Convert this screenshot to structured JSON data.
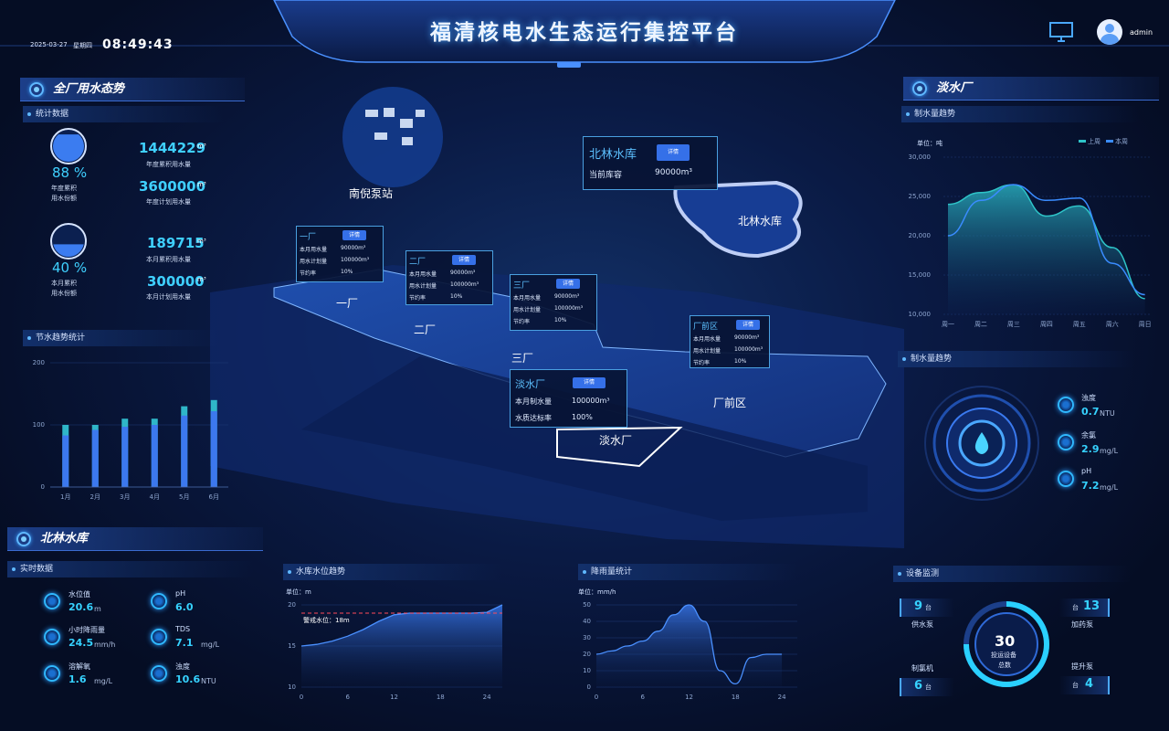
{
  "header": {
    "title": "福清核电水生态运行集控平台",
    "date": "2025-03-27",
    "weekday": "星期四",
    "time": "08:49:43",
    "user": "admin"
  },
  "left": {
    "section1": "全厂用水态势",
    "stats_title": "统计数据",
    "year": {
      "percent": "88 %",
      "percent_label1": "年度累积",
      "percent_label2": "用水份额",
      "total_value": "1444229",
      "total_label": "年度累积用水量",
      "plan_value": "3600000",
      "plan_label": "年度计划用水量",
      "unit": "m³",
      "fill": 0.88
    },
    "month": {
      "percent": "40 %",
      "percent_label1": "本月累积",
      "percent_label2": "用水份额",
      "total_value": "189715",
      "total_label": "本月累积用水量",
      "plan_value": "300000",
      "plan_label": "本月计划用水量",
      "unit": "m³",
      "fill": 0.4
    },
    "trend_title": "节水趋势统计"
  },
  "reservoir": {
    "section": "北林水库",
    "realtime_title": "实时数据",
    "items": [
      {
        "name": "水位值",
        "value": "20.6",
        "unit": "m"
      },
      {
        "name": "pH",
        "value": "6.0",
        "unit": ""
      },
      {
        "name": "小时降雨量",
        "value": "24.5",
        "unit": "mm/h"
      },
      {
        "name": "TDS",
        "value": "7.1",
        "unit": "mg/L"
      },
      {
        "name": "溶解氧",
        "value": "1.6",
        "unit": "mg/L"
      },
      {
        "name": "浊度",
        "value": "10.6",
        "unit": "NTU"
      }
    ],
    "level_title": "水库水位趋势",
    "level_unit": "单位：m",
    "warn_label": "警戒水位：18m",
    "rain_title": "降雨量统计",
    "rain_unit": "单位：mm/h"
  },
  "right": {
    "section": "淡水厂",
    "trend_title": "制水量趋势",
    "trend_unit": "单位：吨",
    "quality_title": "制水量趋势",
    "quality": [
      {
        "name": "浊度",
        "value": "0.7",
        "unit": "NTU"
      },
      {
        "name": "余氯",
        "value": "2.9",
        "unit": "mg/L"
      },
      {
        "name": "pH",
        "value": "7.2",
        "unit": "mg/L"
      }
    ],
    "device_title": "设备监测",
    "device_total": "30",
    "device_total_label1": "投运设备",
    "device_total_label2": "总数",
    "devices": [
      {
        "name": "供水泵",
        "count": "9",
        "unit": "台"
      },
      {
        "name": "加药泵",
        "count": "13",
        "unit": "台"
      },
      {
        "name": "制氯机",
        "count": "6",
        "unit": "台"
      },
      {
        "name": "提升泵",
        "count": "4",
        "unit": "台"
      }
    ]
  },
  "map": {
    "labels": {
      "pump": "南倪泵站",
      "reservoir": "北林水库",
      "p1": "一厂",
      "p2": "二厂",
      "p3": "三厂",
      "front": "厂前区",
      "fresh": "淡水厂"
    },
    "detail": "详情",
    "reservoir_popup": {
      "title": "北林水库",
      "key": "当前库容",
      "value": "90000m³"
    },
    "plant_popups": [
      {
        "title": "一厂",
        "rows": [
          [
            "本月用水量",
            "90000m³"
          ],
          [
            "用水计划量",
            "100000m³"
          ],
          [
            "节约率",
            "10%"
          ]
        ]
      },
      {
        "title": "二厂",
        "rows": [
          [
            "本月用水量",
            "90000m³"
          ],
          [
            "用水计划量",
            "100000m³"
          ],
          [
            "节约率",
            "10%"
          ]
        ]
      },
      {
        "title": "三厂",
        "rows": [
          [
            "本月用水量",
            "90000m³"
          ],
          [
            "用水计划量",
            "100000m³"
          ],
          [
            "节约率",
            "10%"
          ]
        ]
      },
      {
        "title": "厂前区",
        "rows": [
          [
            "本月用水量",
            "90000m³"
          ],
          [
            "用水计划量",
            "100000m³"
          ],
          [
            "节约率",
            "10%"
          ]
        ]
      }
    ],
    "fresh_popup": {
      "title": "淡水厂",
      "rows": [
        [
          "本月制水量",
          "100000m³"
        ],
        [
          "水质达标率",
          "100%"
        ]
      ]
    }
  },
  "chart_data": [
    {
      "type": "bar",
      "categories": [
        "1月",
        "2月",
        "3月",
        "4月",
        "5月",
        "6月"
      ],
      "series": [
        {
          "values": [
            100,
            100,
            110,
            110,
            130,
            140
          ]
        },
        {
          "values": [
            83,
            92,
            97,
            100,
            115,
            122
          ]
        }
      ],
      "ylim": [
        0,
        200
      ],
      "yticks": [
        "0",
        "100",
        "200"
      ]
    },
    {
      "type": "area",
      "categories": [
        "周一",
        "周二",
        "周三",
        "周四",
        "周五",
        "周六",
        "周日"
      ],
      "series": [
        {
          "name": "上周",
          "values": [
            24000,
            25500,
            26500,
            22500,
            23800,
            18500,
            12000
          ]
        },
        {
          "name": "本周",
          "values": [
            20000,
            24500,
            26500,
            24500,
            24800,
            16500,
            12500
          ]
        }
      ],
      "ylim": [
        10000,
        30000
      ],
      "yticks": [
        "10,000",
        "15,000",
        "20,000",
        "25,000",
        "30,000"
      ]
    },
    {
      "type": "area",
      "x": [
        0,
        2,
        4,
        6,
        8,
        10,
        12,
        14,
        16,
        18,
        20,
        22,
        24,
        26
      ],
      "values": [
        15,
        15.2,
        15.6,
        16.2,
        17,
        18,
        18.8,
        19,
        19,
        19,
        19,
        19,
        19.1,
        20
      ],
      "ylim": [
        10,
        20
      ],
      "yticks": [
        "10",
        "15",
        "20"
      ],
      "xticks": [
        "0",
        "6",
        "12",
        "18",
        "24"
      ],
      "threshold": 18
    },
    {
      "type": "area",
      "x": [
        0,
        2,
        4,
        6,
        8,
        10,
        12,
        14,
        16,
        18,
        20,
        22,
        24
      ],
      "values": [
        20,
        22,
        25,
        28,
        34,
        44,
        50,
        40,
        10,
        2,
        18,
        20,
        20
      ],
      "ylim": [
        0,
        50
      ],
      "yticks": [
        "0",
        "10",
        "20",
        "30",
        "40",
        "50"
      ],
      "xticks": [
        "0",
        "6",
        "12",
        "18",
        "24"
      ]
    }
  ]
}
